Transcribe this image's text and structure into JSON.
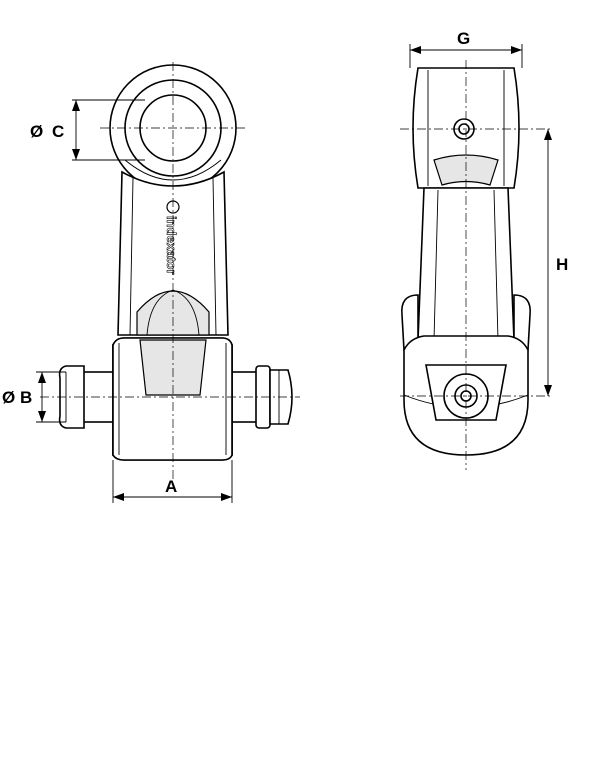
{
  "dimensions": {
    "A": "A",
    "B": "B",
    "C": "C",
    "G": "G",
    "H": "H",
    "diameter_symbol": "Ø"
  },
  "brand": "indexator"
}
